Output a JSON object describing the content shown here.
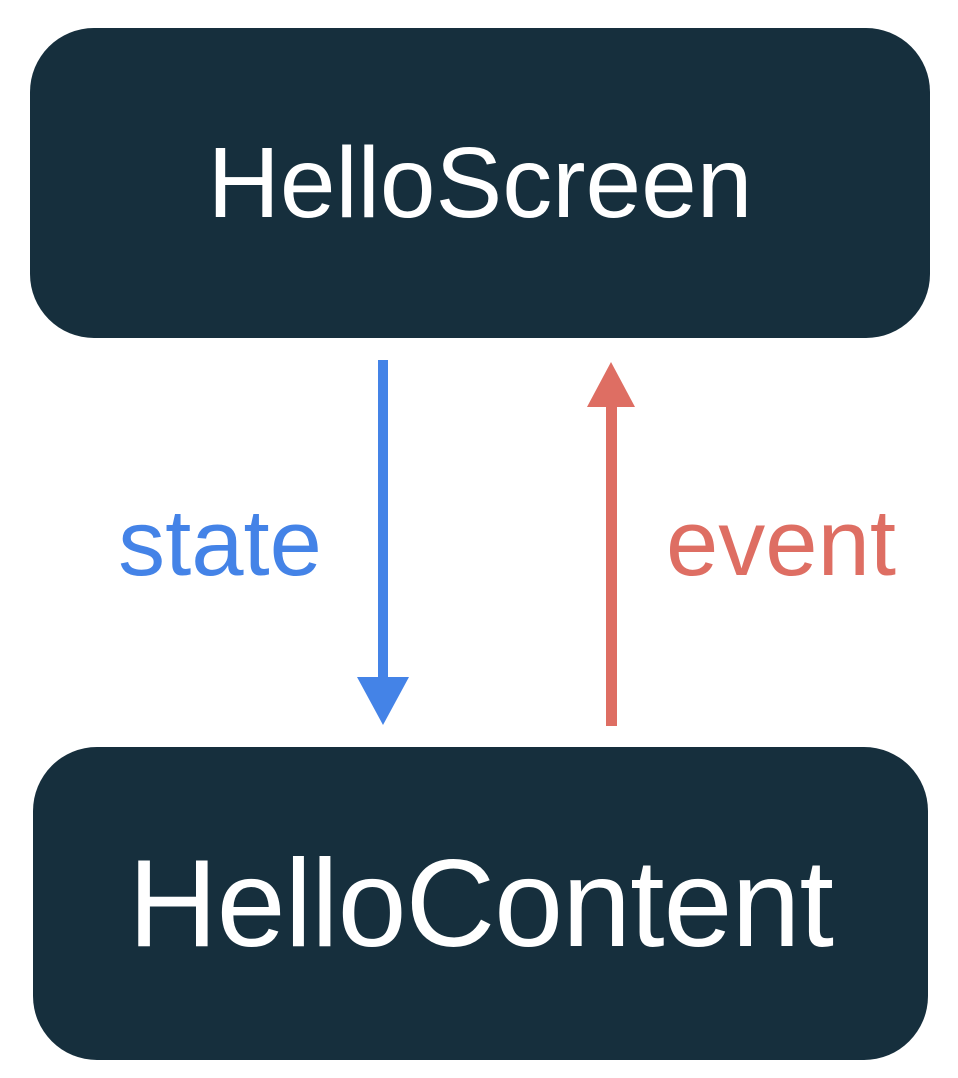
{
  "diagram": {
    "title": "unidirectional data flow between HelloScreen and HelloContent",
    "background": "#FFFFFF",
    "nodes": {
      "screen": {
        "label": "HelloScreen",
        "fill": "#162F3D",
        "text_color": "#FFFFFF"
      },
      "content": {
        "label": "HelloContent",
        "fill": "#162F3D",
        "text_color": "#FFFFFF"
      }
    },
    "edges": {
      "state": {
        "label": "state",
        "color": "#4483E7",
        "direction": "down",
        "from": "HelloScreen",
        "to": "HelloContent"
      },
      "event": {
        "label": "event",
        "color": "#DE6E63",
        "direction": "up",
        "from": "HelloContent",
        "to": "HelloScreen"
      }
    }
  }
}
